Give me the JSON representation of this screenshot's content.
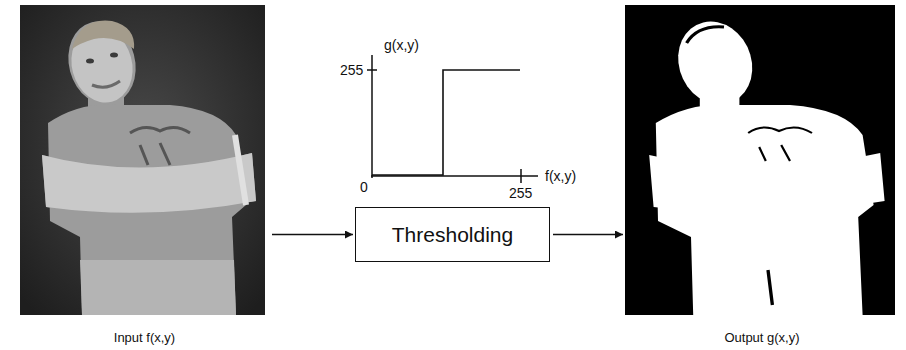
{
  "diagram": {
    "nodes": [
      {
        "text": [
          "Input f(x,y)"
        ]
      },
      {
        "text": [
          "Thresholding"
        ]
      },
      {
        "text": [
          "Output g(x,y)"
        ]
      }
    ],
    "edges": [
      {
        "from": 0,
        "to": 1,
        "arrow": "to"
      },
      {
        "from": 1,
        "to": 2,
        "arrow": "to"
      }
    ],
    "labels": [
      "g(x,y)",
      "255",
      "0",
      "255",
      "f(x,y)"
    ]
  }
}
